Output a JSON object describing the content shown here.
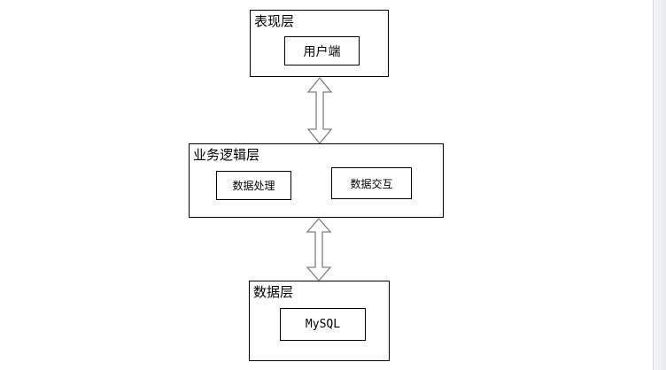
{
  "diagram": {
    "presentation_layer": {
      "title": "表现层",
      "nodes": [
        "用户端"
      ]
    },
    "business_layer": {
      "title": "业务逻辑层",
      "nodes": [
        "数据处理",
        "数据交互"
      ]
    },
    "data_layer": {
      "title": "数据层",
      "nodes": [
        "MySQL"
      ]
    }
  },
  "colors": {
    "line": "#000000",
    "arrow_stroke": "#7f7f7f",
    "arrow_fill": "#ffffff"
  }
}
